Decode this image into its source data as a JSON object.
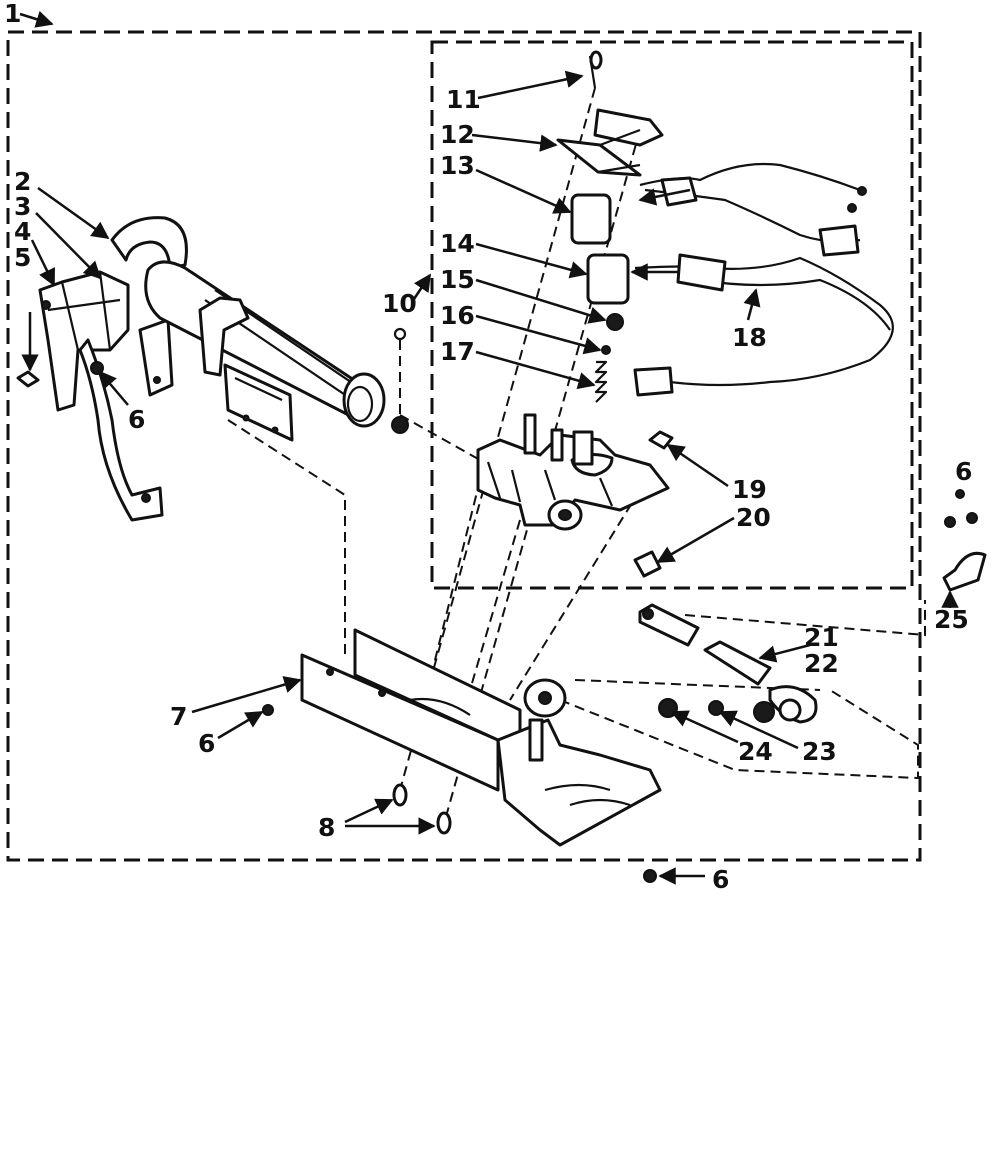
{
  "diagram": {
    "callouts": [
      {
        "id": "c1",
        "text": "1"
      },
      {
        "id": "c2",
        "text": "2"
      },
      {
        "id": "c3",
        "text": "3"
      },
      {
        "id": "c4",
        "text": "4"
      },
      {
        "id": "c5",
        "text": "5"
      },
      {
        "id": "c6a",
        "text": "6"
      },
      {
        "id": "c6b",
        "text": "6"
      },
      {
        "id": "c6c",
        "text": "6"
      },
      {
        "id": "c6d",
        "text": "6"
      },
      {
        "id": "c7",
        "text": "7"
      },
      {
        "id": "c8",
        "text": "8"
      },
      {
        "id": "c10",
        "text": "10"
      },
      {
        "id": "c11",
        "text": "11"
      },
      {
        "id": "c12",
        "text": "12"
      },
      {
        "id": "c13",
        "text": "13"
      },
      {
        "id": "c14",
        "text": "14"
      },
      {
        "id": "c15",
        "text": "15"
      },
      {
        "id": "c16",
        "text": "16"
      },
      {
        "id": "c17",
        "text": "17"
      },
      {
        "id": "c18",
        "text": "18"
      },
      {
        "id": "c19",
        "text": "19"
      },
      {
        "id": "c20",
        "text": "20"
      },
      {
        "id": "c21",
        "text": "21"
      },
      {
        "id": "c22",
        "text": "22"
      },
      {
        "id": "c23",
        "text": "23"
      },
      {
        "id": "c24",
        "text": "24"
      },
      {
        "id": "c25",
        "text": "25"
      }
    ]
  }
}
